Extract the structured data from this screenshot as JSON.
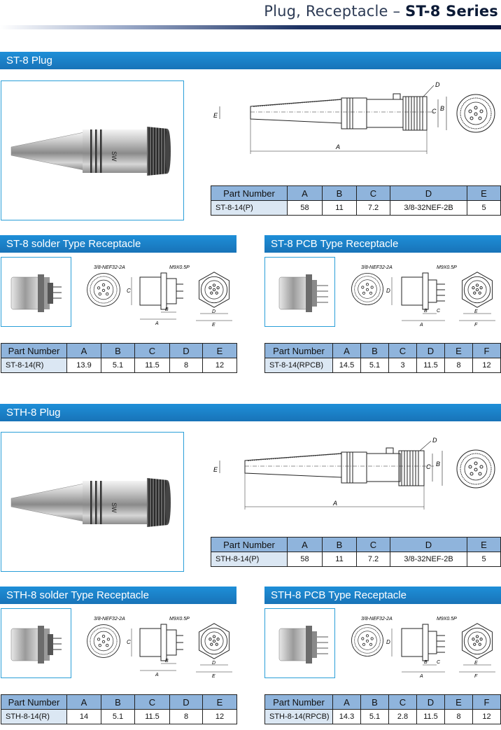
{
  "page": {
    "title_prefix": "Plug, Receptacle – ",
    "title_series": "ST-8 Series"
  },
  "sections": {
    "st8_plug": {
      "title": "ST-8 Plug",
      "table": {
        "headers": [
          "Part Number",
          "A",
          "B",
          "C",
          "D",
          "E"
        ],
        "row": [
          "ST-8-14(P)",
          "58",
          "11",
          "7.2",
          "3/8-32NEF-2B",
          "5"
        ]
      }
    },
    "st8_solder": {
      "title": "ST-8 solder Type Receptacle",
      "table": {
        "headers": [
          "Part Number",
          "A",
          "B",
          "C",
          "D",
          "E"
        ],
        "row": [
          "ST-8-14(R)",
          "13.9",
          "5.1",
          "11.5",
          "8",
          "12"
        ]
      }
    },
    "st8_pcb": {
      "title": "ST-8 PCB Type Receptacle",
      "table": {
        "headers": [
          "Part Number",
          "A",
          "B",
          "C",
          "D",
          "E",
          "F"
        ],
        "row": [
          "ST-8-14(RPCB)",
          "14.5",
          "5.1",
          "3",
          "11.5",
          "8",
          "12"
        ]
      }
    },
    "sth8_plug": {
      "title": "STH-8 Plug",
      "table": {
        "headers": [
          "Part Number",
          "A",
          "B",
          "C",
          "D",
          "E"
        ],
        "row": [
          "STH-8-14(P)",
          "58",
          "11",
          "7.2",
          "3/8-32NEF-2B",
          "5"
        ]
      }
    },
    "sth8_solder": {
      "title": "STH-8 solder Type Receptacle",
      "table": {
        "headers": [
          "Part Number",
          "A",
          "B",
          "C",
          "D",
          "E"
        ],
        "row": [
          "STH-8-14(R)",
          "14",
          "5.1",
          "11.5",
          "8",
          "12"
        ]
      }
    },
    "sth8_pcb": {
      "title": "STH-8 PCB Type Receptacle",
      "table": {
        "headers": [
          "Part Number",
          "A",
          "B",
          "C",
          "D",
          "E",
          "F"
        ],
        "row": [
          "STH-8-14(RPCB)",
          "14.3",
          "5.1",
          "2.8",
          "11.5",
          "8",
          "12"
        ]
      }
    }
  },
  "drawing_labels": {
    "dim_a": "A",
    "dim_b": "B",
    "dim_c": "C",
    "dim_d": "D",
    "dim_e": "E",
    "dim_f": "F",
    "body_mark": "SW",
    "thread_note": "3/8-NEF32-2A",
    "screw_note": "M9X0.5P"
  },
  "colors": {
    "band": "#1b80c6",
    "header_cell": "#8fb4dc",
    "part_cell": "#dbe7f3",
    "photo_border": "#2a9fd8"
  }
}
